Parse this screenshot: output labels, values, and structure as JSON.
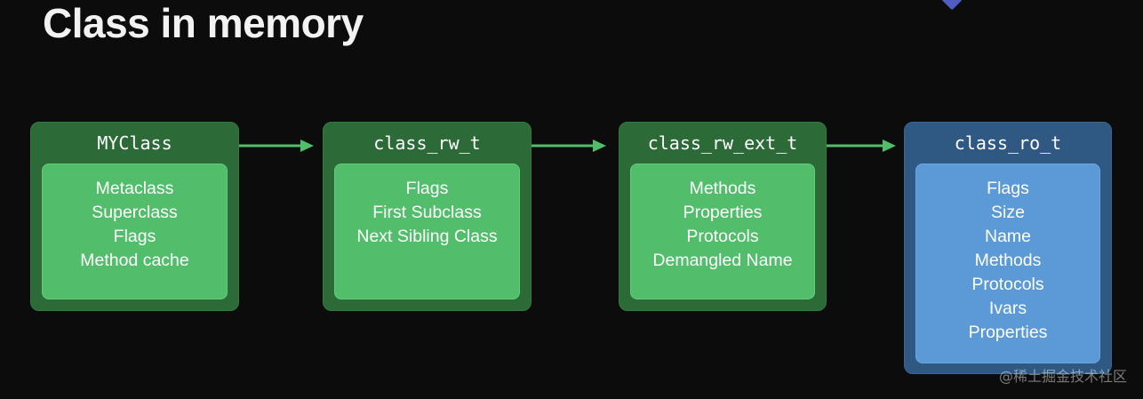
{
  "title": "Class in memory",
  "colors": {
    "background": "#0c0c0d",
    "green_outer": "#2c6a38",
    "green_inner": "#52be6c",
    "blue_outer": "#2f5883",
    "blue_inner": "#5b9ad6",
    "arrow": "#52be6c"
  },
  "boxes": [
    {
      "name": "MYClass",
      "color": "green",
      "fields": [
        "Metaclass",
        "Superclass",
        "Flags",
        "Method cache"
      ]
    },
    {
      "name": "class_rw_t",
      "color": "green",
      "fields": [
        "Flags",
        "First Subclass",
        "Next Sibling Class"
      ]
    },
    {
      "name": "class_rw_ext_t",
      "color": "green",
      "fields": [
        "Methods",
        "Properties",
        "Protocols",
        "Demangled Name"
      ]
    },
    {
      "name": "class_ro_t",
      "color": "blue",
      "fields": [
        "Flags",
        "Size",
        "Name",
        "Methods",
        "Protocols",
        "Ivars",
        "Properties"
      ]
    }
  ],
  "watermark": "@稀土掘金技术社区"
}
